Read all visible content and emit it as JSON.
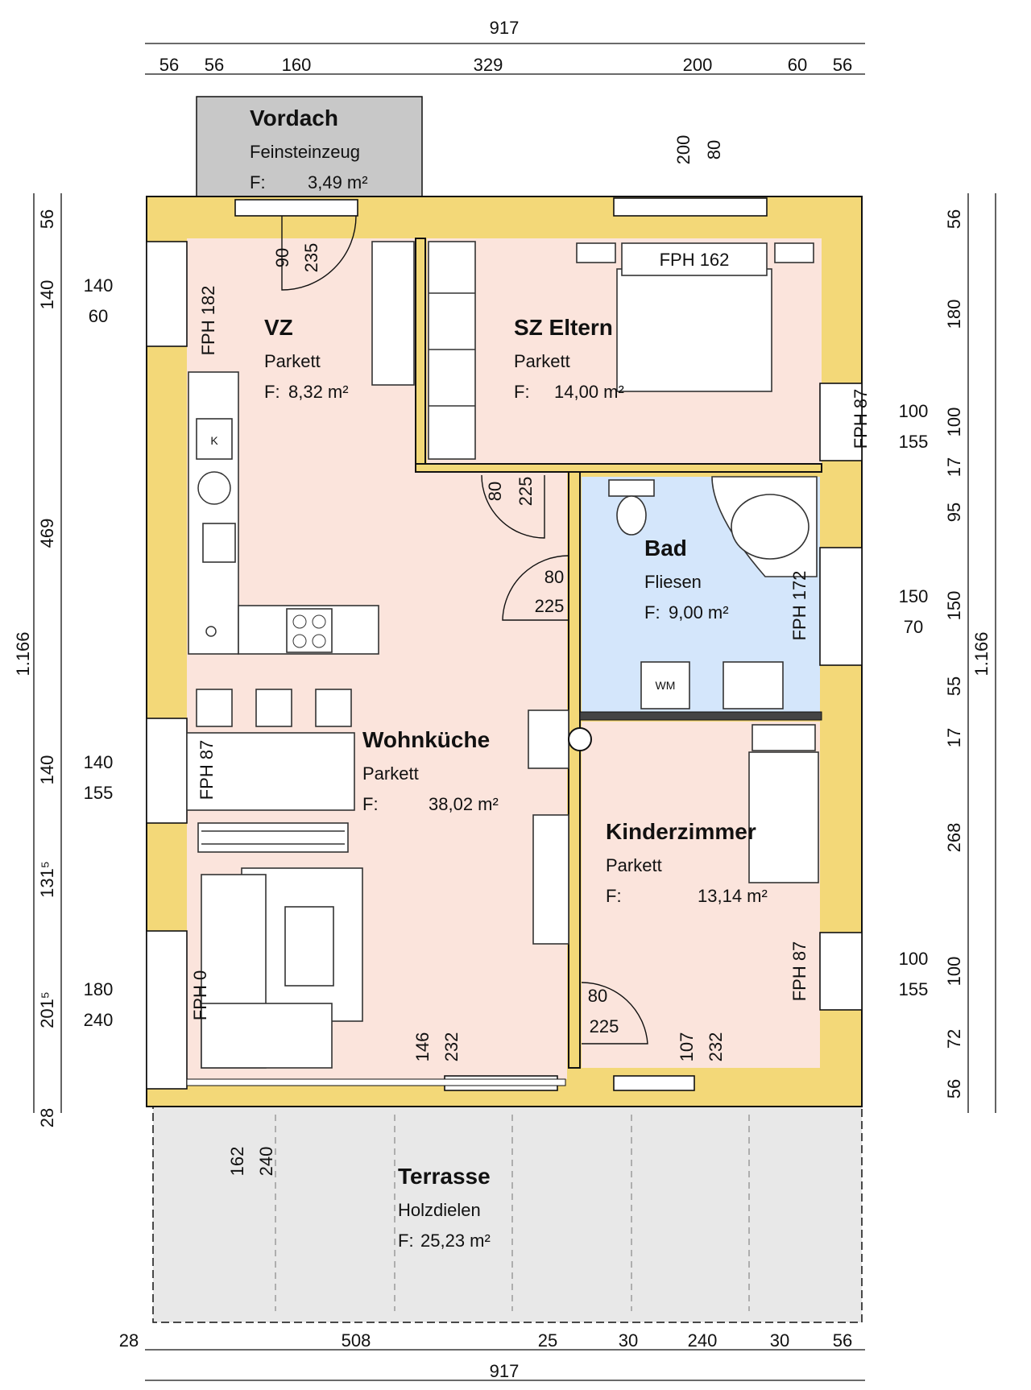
{
  "rooms": [
    {
      "name": "Vordach",
      "floor": "Feinsteinzeug",
      "area_prefix": "F:",
      "area_value": "3,49 m²"
    },
    {
      "name": "VZ",
      "floor": "Parkett",
      "area_prefix": "F:",
      "area_value": "8,32 m²"
    },
    {
      "name": "SZ Eltern",
      "floor": "Parkett",
      "area_prefix": "F:",
      "area_value": "14,00 m²"
    },
    {
      "name": "Bad",
      "floor": "Fliesen",
      "area_prefix": "F:",
      "area_value": "9,00 m²"
    },
    {
      "name": "Wohnküche",
      "floor": "Parkett",
      "area_prefix": "F:",
      "area_value": "38,02 m²"
    },
    {
      "name": "Kinderzimmer",
      "floor": "Parkett",
      "area_prefix": "F:",
      "area_value": "13,14 m²"
    },
    {
      "name": "Terrasse",
      "floor": "Holzdielen",
      "area_prefix": "F:",
      "area_value": "25,23 m²"
    }
  ],
  "dims": {
    "top_total": "917",
    "top_parts": [
      "56",
      "56",
      "160",
      "329",
      "200",
      "60",
      "56"
    ],
    "bottom_total": "917",
    "bottom_parts": [
      "28",
      "508",
      "25",
      "30",
      "240",
      "30",
      "56"
    ],
    "left_total": "1.166",
    "left_parts": [
      "56",
      "140",
      "469",
      "140",
      "131⁵",
      "201⁵",
      "28"
    ],
    "right_total": "1.166",
    "right_parts": [
      "56",
      "180",
      "100",
      "17",
      "95",
      "150",
      "55",
      "17",
      "268",
      "100",
      "72",
      "56"
    ]
  },
  "windows": {
    "left_1": [
      "140",
      "60"
    ],
    "left_2": [
      "140",
      "155"
    ],
    "left_3": [
      "180",
      "240"
    ],
    "right_1": [
      "100",
      "155"
    ],
    "right_2": [
      "150",
      "70"
    ],
    "right_3": [
      "100",
      "155"
    ],
    "top_bed": [
      "200",
      "80"
    ]
  },
  "fph": [
    "FPH 182",
    "FPH 162",
    "FPH 87",
    "FPH 172",
    "FPH 87",
    "FPH 87",
    "FPH 0"
  ],
  "openings": {
    "entry": [
      "90",
      "235"
    ],
    "sz_door": [
      "80",
      "225"
    ],
    "bad_door": [
      "80",
      "225"
    ],
    "kinder_door": [
      "80",
      "225"
    ],
    "terrace_door_1": [
      "146",
      "232"
    ],
    "terrace_door_2": [
      "107",
      "232"
    ],
    "terrace_dim": [
      "162",
      "240"
    ]
  },
  "appliances": {
    "fridge": "K",
    "washer": "WM"
  }
}
